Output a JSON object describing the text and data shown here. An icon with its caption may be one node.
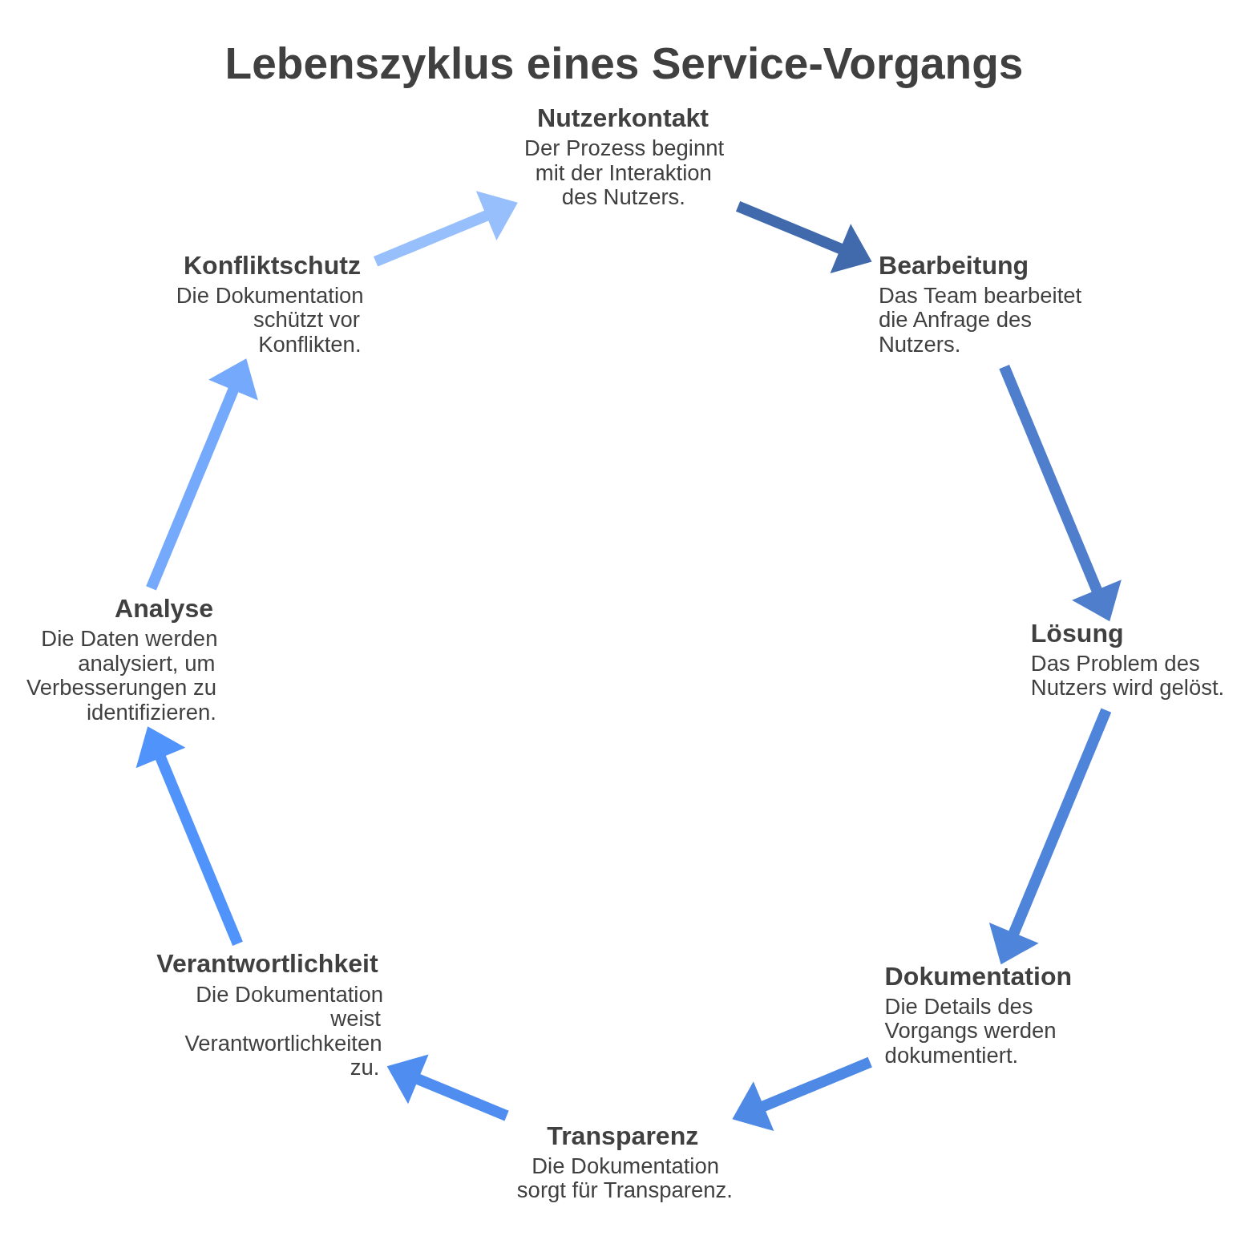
{
  "diagram": {
    "title": "Lebenszyklus eines Service-Vorgangs",
    "nodes": [
      {
        "text": [
          "Nutzerkontakt",
          "Der Prozess beginnt mit der Interaktion des Nutzers."
        ]
      },
      {
        "text": [
          "Bearbeitung",
          "Das Team bearbeitet die Anfrage des Nutzers."
        ]
      },
      {
        "text": [
          "Lösung",
          "Das Problem des Nutzers wird gelöst."
        ]
      },
      {
        "text": [
          "Dokumentation",
          "Die Details des Vorgangs werden dokumentiert."
        ]
      },
      {
        "text": [
          "Transparenz",
          "Die Dokumentation sorgt für Transparenz."
        ]
      },
      {
        "text": [
          "Verantwortlichkeit",
          "Die Dokumentation weist Verantwortlichkeiten zu."
        ]
      },
      {
        "text": [
          "Analyse",
          "Die Daten werden analysiert, um Verbesserungen zu identifizieren."
        ]
      },
      {
        "text": [
          "Konfliktschutz",
          "Die Dokumentation schützt vor Konflikten."
        ]
      }
    ],
    "edges": [
      {
        "from": 0,
        "to": 1,
        "arrow": "to",
        "color": "#416aad"
      },
      {
        "from": 1,
        "to": 2,
        "arrow": "to",
        "color": "#4f7fcc"
      },
      {
        "from": 2,
        "to": 3,
        "arrow": "to",
        "color": "#4f84db"
      },
      {
        "from": 3,
        "to": 4,
        "arrow": "to",
        "color": "#4e89e6"
      },
      {
        "from": 4,
        "to": 5,
        "arrow": "to",
        "color": "#4f8ef0"
      },
      {
        "from": 5,
        "to": 6,
        "arrow": "to",
        "color": "#4f93fb"
      },
      {
        "from": 6,
        "to": 7,
        "arrow": "to",
        "color": "#74a9fc"
      },
      {
        "from": 7,
        "to": 0,
        "arrow": "to",
        "color": "#97bffc"
      }
    ]
  }
}
